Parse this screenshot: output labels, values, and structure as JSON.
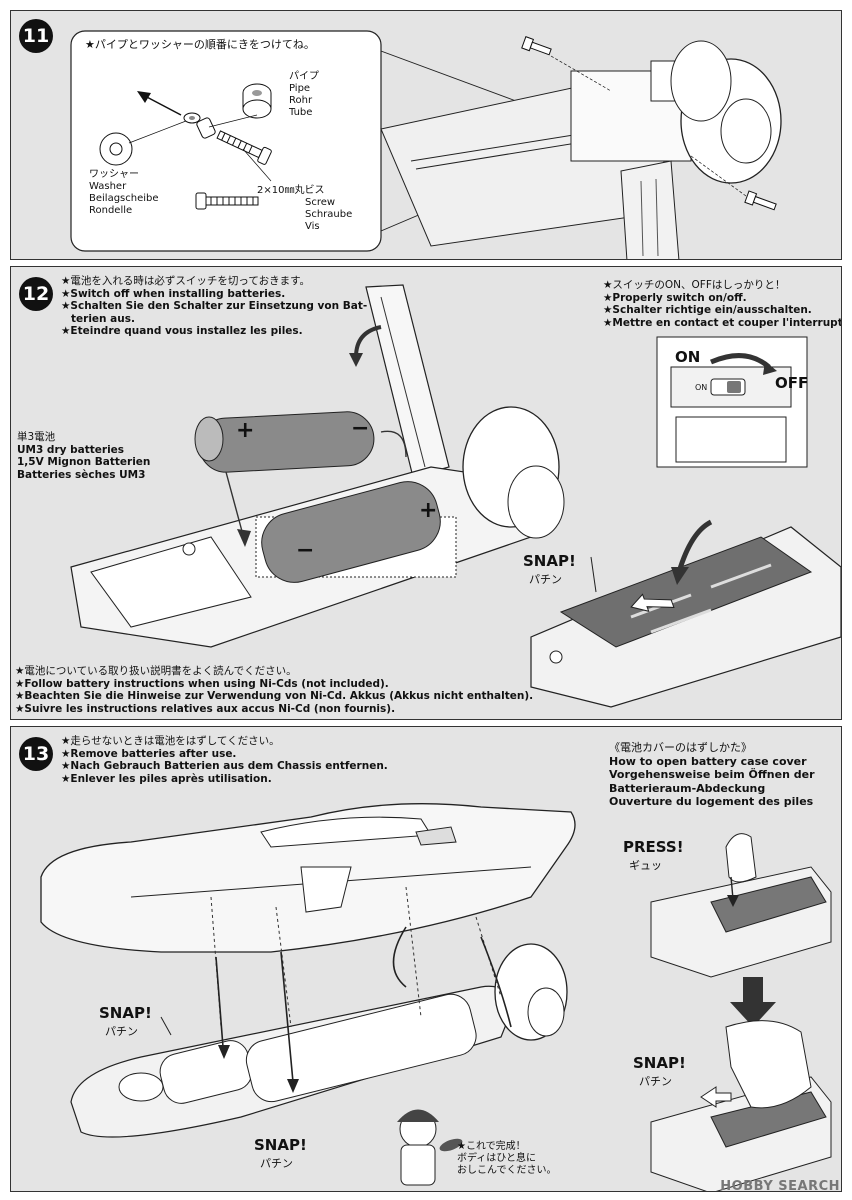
{
  "step11": {
    "number": "11",
    "note": "★パイプとワッシャーの順番にきをつけてね。",
    "pipe": [
      "パイプ",
      "Pipe",
      "Rohr",
      "Tube"
    ],
    "washer": [
      "ワッシャー",
      "Washer",
      "Beilagscheibe",
      "Rondelle"
    ],
    "screw": [
      "2×10㎜丸ビス",
      "Screw",
      "Schraube",
      "Vis"
    ]
  },
  "step12": {
    "number": "12",
    "instructions": [
      "★電池を入れる時は必ずスイッチを切っておきます。",
      "★Switch off when installing batteries.",
      "★Schalten Sie den Schalter zur Einsetzung von Bat-",
      "terien aus.",
      "★Eteindre quand vous installez les piles."
    ],
    "switch_note": [
      "★スイッチのON、OFFはしっかりと！",
      "★Properly switch on/off.",
      "★Schalter richtige ein/ausschalten.",
      "★Mettre en contact et couper l'interrupteur."
    ],
    "switch_on": "ON",
    "switch_off": "OFF",
    "switch_on_small": "ON",
    "battery_label": [
      "単3電池",
      "UM3 dry batteries",
      "1,5V Mignon Batterien",
      "Batteries sèches UM3"
    ],
    "plus": "+",
    "minus": "−",
    "snap": "SNAP!",
    "snap_jp": "パチン",
    "warnings": [
      "★電池についている取り扱い説明書をよく読んでください。",
      "★Follow battery instructions when using Ni-Cds (not included).",
      "★Beachten Sie die Hinweise zur Verwendung von Ni-Cd. Akkus (Akkus nicht enthalten).",
      "★Suivre les instructions relatives aux accus Ni-Cd (non fournis)."
    ]
  },
  "step13": {
    "number": "13",
    "instructions": [
      "★走らせないときは電池をはずしてください。",
      "★Remove batteries after use.",
      "★Nach Gebrauch Batterien aus dem Chassis entfernen.",
      "★Enlever les piles après utilisation."
    ],
    "cover_title": [
      "《電池カバーのはずしかた》",
      "How to open battery case cover",
      "Vorgehensweise beim Öffnen der",
      "Batterieraum-Abdeckung",
      "Ouverture du logement des piles"
    ],
    "press": "PRESS!",
    "press_jp": "ギュッ",
    "snap": "SNAP!",
    "snap_jp": "パチン",
    "done": [
      "★これで完成！",
      "ボディはひと息に",
      "おしこんでください。"
    ]
  },
  "watermark": "HOBBY SEARCH"
}
